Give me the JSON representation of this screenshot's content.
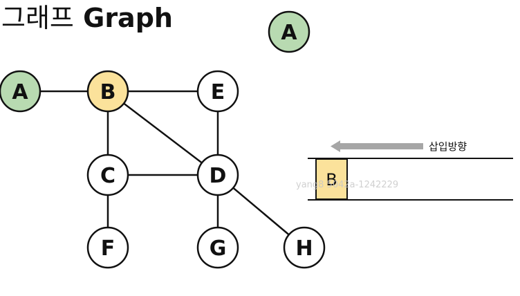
{
  "title": {
    "korean": "그래프",
    "english": "Graph"
  },
  "colors": {
    "visited_green": "#b8dab1",
    "current_yellow": "#fbe29b",
    "node_fill": "#ffffff",
    "stroke": "#111111",
    "arrow_gray": "#a6a6a6"
  },
  "graph": {
    "nodes": [
      {
        "id": "A",
        "label": "A",
        "state": "visited"
      },
      {
        "id": "B",
        "label": "B",
        "state": "current"
      },
      {
        "id": "E",
        "label": "E",
        "state": "default"
      },
      {
        "id": "C",
        "label": "C",
        "state": "default"
      },
      {
        "id": "D",
        "label": "D",
        "state": "default"
      },
      {
        "id": "F",
        "label": "F",
        "state": "default"
      },
      {
        "id": "G",
        "label": "G",
        "state": "default"
      },
      {
        "id": "H",
        "label": "H",
        "state": "default"
      }
    ],
    "edges": [
      [
        "A",
        "B"
      ],
      [
        "B",
        "E"
      ],
      [
        "B",
        "C"
      ],
      [
        "B",
        "D"
      ],
      [
        "E",
        "D"
      ],
      [
        "C",
        "D"
      ],
      [
        "C",
        "F"
      ],
      [
        "D",
        "G"
      ],
      [
        "D",
        "H"
      ]
    ]
  },
  "visited_node": {
    "label": "A"
  },
  "queue": {
    "items": [
      "B"
    ],
    "insert_direction_label": "삽입방향"
  },
  "watermark": "yang8 5042a-1242229"
}
